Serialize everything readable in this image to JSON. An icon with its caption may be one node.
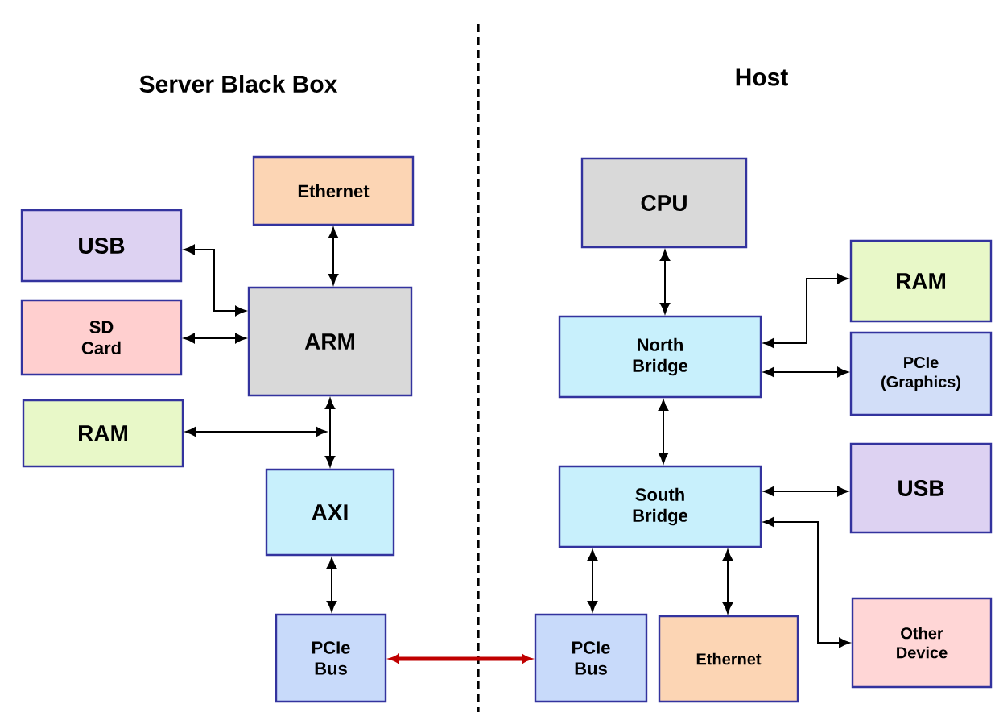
{
  "diagram": {
    "nodes": [
      {
        "text": [
          "Ethernet"
        ]
      },
      {
        "text": [
          "USB"
        ]
      },
      {
        "text": [
          "SD Card"
        ]
      },
      {
        "text": [
          "ARM"
        ]
      },
      {
        "text": [
          "RAM"
        ]
      },
      {
        "text": [
          "AXI"
        ]
      },
      {
        "text": [
          "PCIe Bus"
        ]
      },
      {
        "text": [
          "CPU"
        ]
      },
      {
        "text": [
          "North Bridge"
        ]
      },
      {
        "text": [
          "RAM"
        ]
      },
      {
        "text": [
          "PCIe (Graphics)"
        ]
      },
      {
        "text": [
          "South Bridge"
        ]
      },
      {
        "text": [
          "USB"
        ]
      },
      {
        "text": [
          "PCIe Bus"
        ]
      },
      {
        "text": [
          "Ethernet"
        ]
      },
      {
        "text": [
          "Other Device"
        ]
      }
    ],
    "edges": [
      {
        "from": 0,
        "to": 3,
        "arrow": "both"
      },
      {
        "from": 1,
        "to": 3,
        "arrow": "both"
      },
      {
        "from": 2,
        "to": 3,
        "arrow": "both"
      },
      {
        "from": 4,
        "to": 3,
        "arrow": "both"
      },
      {
        "from": 3,
        "to": 5,
        "arrow": "both"
      },
      {
        "from": 5,
        "to": 6,
        "arrow": "both"
      },
      {
        "from": 7,
        "to": 8,
        "arrow": "both"
      },
      {
        "from": 8,
        "to": 9,
        "arrow": "both"
      },
      {
        "from": 8,
        "to": 10,
        "arrow": "both"
      },
      {
        "from": 8,
        "to": 11,
        "arrow": "both"
      },
      {
        "from": 11,
        "to": 12,
        "arrow": "both"
      },
      {
        "from": 11,
        "to": 13,
        "arrow": "both"
      },
      {
        "from": 11,
        "to": 14,
        "arrow": "both"
      },
      {
        "from": 11,
        "to": 15,
        "arrow": "both"
      },
      {
        "from": 13,
        "to": 6,
        "arrow": "both",
        "style": "thick",
        "color": "#c00000"
      }
    ],
    "labels": [
      "Server Black Box",
      "Host"
    ]
  }
}
